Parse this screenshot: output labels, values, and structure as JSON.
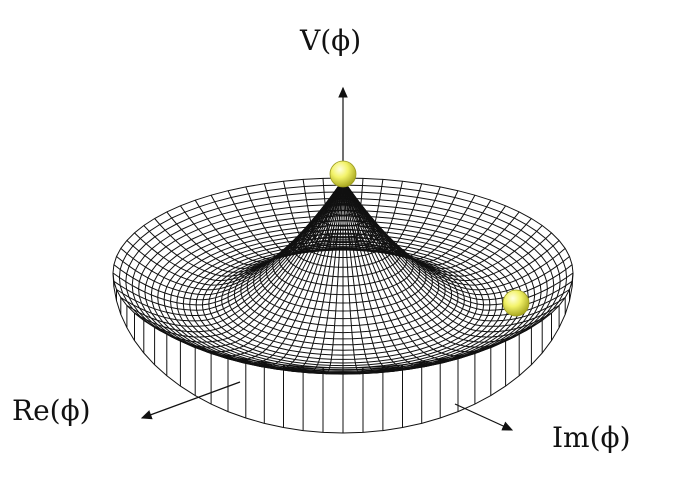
{
  "labels": {
    "v_axis": "V(ϕ)",
    "re_axis": "Re(ϕ)",
    "im_axis": "Im(ϕ)"
  },
  "colors": {
    "ball": "#f3f36a",
    "ball_shadow": "#bdbd22",
    "mesh": "#111111"
  }
}
